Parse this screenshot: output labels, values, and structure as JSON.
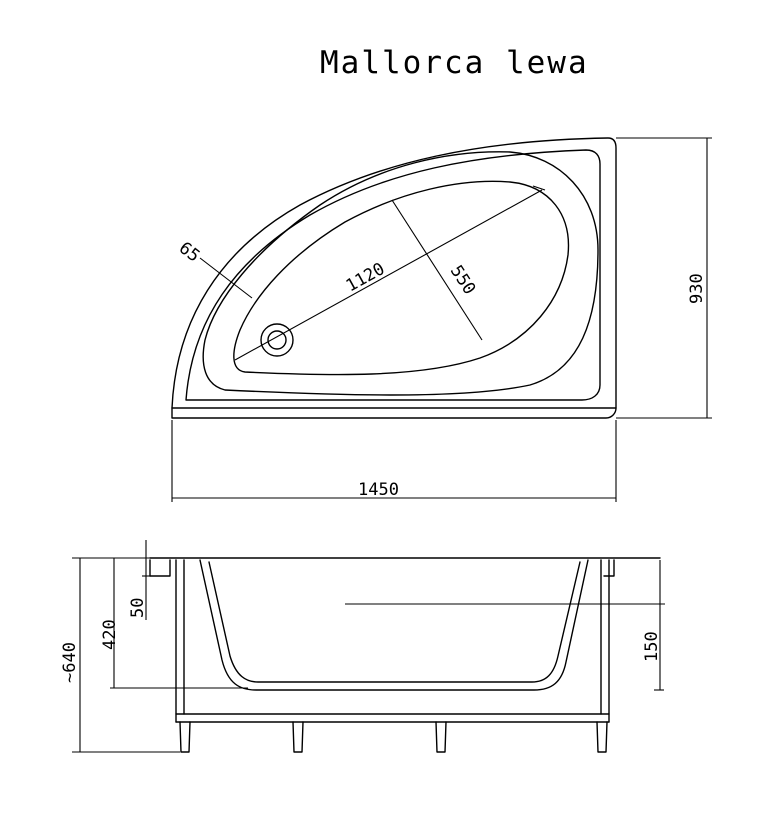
{
  "title": "Mallorca lewa",
  "top_view": {
    "width_label": "1450",
    "depth_label": "930",
    "basin_length_label": "1120",
    "basin_width_label": "550",
    "rim_label": "65"
  },
  "side_view": {
    "total_height_label": "~640",
    "basin_depth_label": "420",
    "rim_height_label": "50",
    "overflow_height_label": "150"
  }
}
